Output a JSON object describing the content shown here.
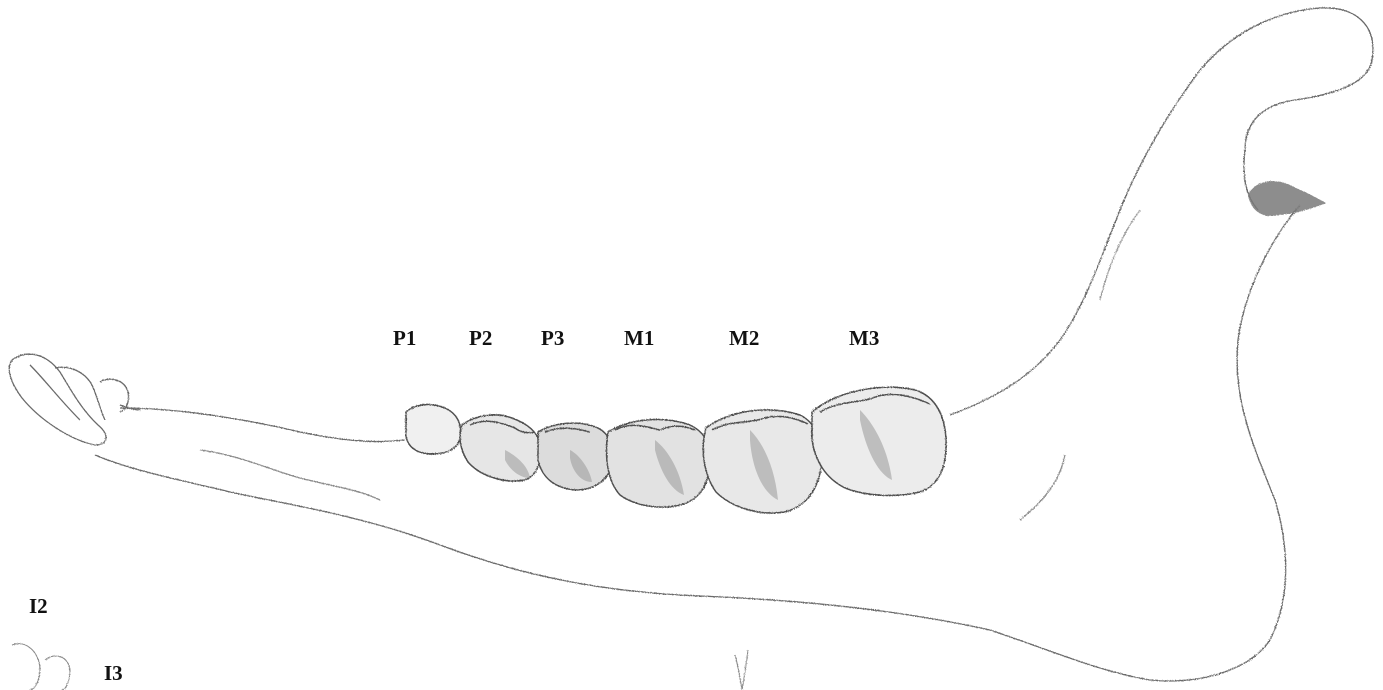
{
  "diagram": {
    "subject": "lower-jaw-sketch",
    "ink_color": "#5a5a5a",
    "shade_color": "#9a9a9a",
    "label_color": "#111111",
    "teeth_labels": {
      "p1": "P1",
      "p2": "P2",
      "p3": "P3",
      "m1": "M1",
      "m2": "M2",
      "m3": "M3"
    },
    "incisor_labels": {
      "i2": "I2",
      "i3": "I3"
    }
  }
}
